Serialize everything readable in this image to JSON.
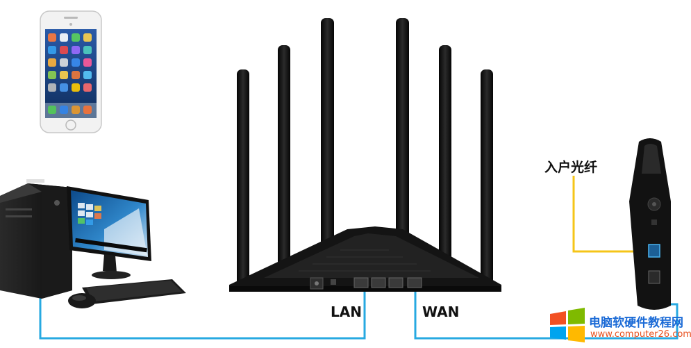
{
  "labels": {
    "lan": "LAN",
    "wan": "WAN",
    "fiber": "入户光纤"
  },
  "watermark": {
    "title": "电脑软硬件教程网",
    "url": "www.computer26.com"
  },
  "colors": {
    "cable_blue": "#27a9e1",
    "fiber_yellow": "#f5c518",
    "device_black": "#141414",
    "logo_red": "#f25022",
    "logo_green": "#7fba00",
    "logo_blue": "#00a4ef",
    "logo_yellow": "#ffb900"
  },
  "icons": [
    "smartphone-icon",
    "desktop-computer-icon",
    "wireless-router-icon",
    "fiber-modem-icon",
    "windows-logo-icon"
  ]
}
